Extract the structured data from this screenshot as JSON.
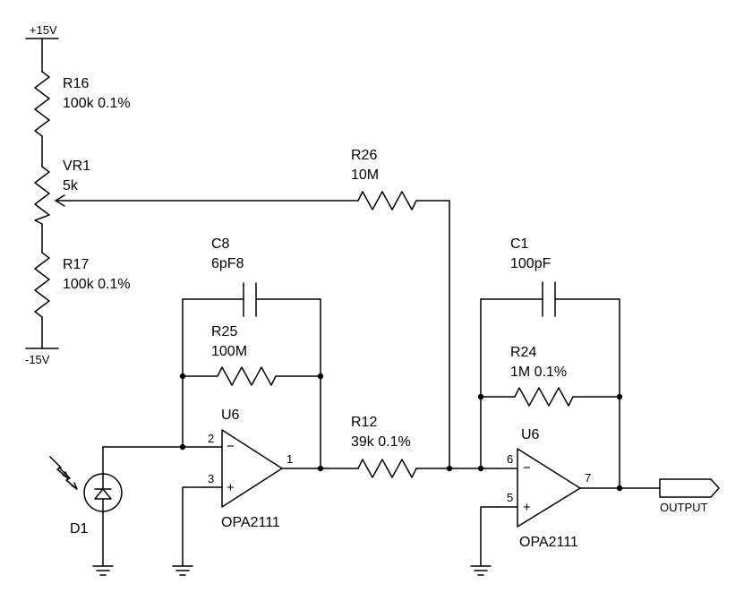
{
  "rails": {
    "positive": "+15V",
    "negative": "-15V"
  },
  "components": {
    "r16": {
      "ref": "R16",
      "value": "100k 0.1%"
    },
    "vr1": {
      "ref": "VR1",
      "value": "5k"
    },
    "r17": {
      "ref": "R17",
      "value": "100k 0.1%"
    },
    "r26": {
      "ref": "R26",
      "value": "10M"
    },
    "c8": {
      "ref": "C8",
      "value": "6pF8"
    },
    "r25": {
      "ref": "R25",
      "value": "100M"
    },
    "r12": {
      "ref": "R12",
      "value": "39k 0.1%"
    },
    "c1": {
      "ref": "C1",
      "value": "100pF"
    },
    "r24": {
      "ref": "R24",
      "value": "1M 0.1%"
    },
    "d1": {
      "ref": "D1"
    },
    "u6a": {
      "ref": "U6",
      "part": "OPA2111",
      "pin_inv": "2",
      "pin_noninv": "3",
      "pin_out": "1",
      "minus": "−",
      "plus": "+"
    },
    "u6b": {
      "ref": "U6",
      "part": "OPA2111",
      "pin_inv": "6",
      "pin_noninv": "5",
      "pin_out": "7",
      "minus": "−",
      "plus": "+"
    }
  },
  "output_label": "OUTPUT"
}
